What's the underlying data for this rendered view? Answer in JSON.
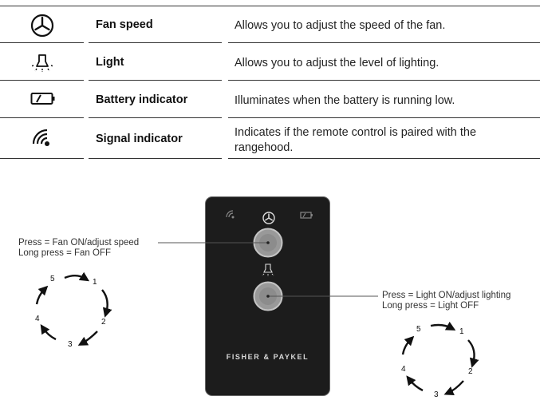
{
  "table": {
    "rows": [
      {
        "icon": "fan-icon",
        "name": "Fan speed",
        "description": "Allows you to adjust the speed of the fan."
      },
      {
        "icon": "light-bulb-icon",
        "name": "Light",
        "description": "Allows you to adjust the level of lighting."
      },
      {
        "icon": "battery-icon",
        "name": "Battery indicator",
        "description": "Illuminates when the battery is running low."
      },
      {
        "icon": "signal-icon",
        "name": "Signal indicator",
        "description": "Indicates if the remote control is paired with the rangehood."
      }
    ]
  },
  "diagram": {
    "fan_callout": {
      "line1": "Press = Fan ON/adjust speed",
      "line2": "Long press = Fan OFF"
    },
    "light_callout": {
      "line1": "Press = Light ON/adjust lighting",
      "line2": "Long press = Light OFF"
    },
    "brand": "FISHER & PAYKEL",
    "cycle_numbers": [
      "1",
      "2",
      "3",
      "4",
      "5"
    ]
  }
}
